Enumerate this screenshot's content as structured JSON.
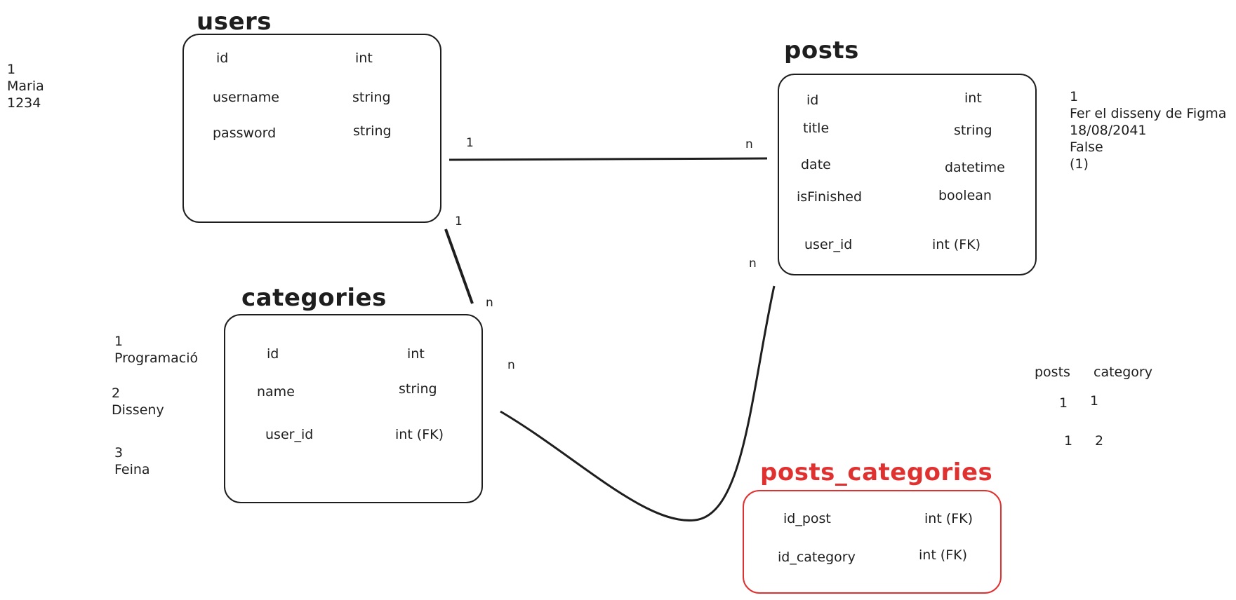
{
  "colors": {
    "ink": "#1e1e1e",
    "highlight": "#e03131"
  },
  "entities": {
    "users": {
      "title": "users",
      "fields": [
        {
          "name": "id",
          "type": "int"
        },
        {
          "name": "username",
          "type": "string"
        },
        {
          "name": "password",
          "type": "string"
        }
      ]
    },
    "posts": {
      "title": "posts",
      "fields": [
        {
          "name": "id",
          "type": "int"
        },
        {
          "name": "title",
          "type": "string"
        },
        {
          "name": "date",
          "type": "datetime"
        },
        {
          "name": "isFinished",
          "type": "boolean"
        },
        {
          "name": "user_id",
          "type": "int (FK)"
        }
      ]
    },
    "categories": {
      "title": "categories",
      "fields": [
        {
          "name": "id",
          "type": "int"
        },
        {
          "name": "name",
          "type": "string"
        },
        {
          "name": "user_id",
          "type": "int (FK)"
        }
      ]
    },
    "posts_categories": {
      "title": "posts_categories",
      "fields": [
        {
          "name": "id_post",
          "type": "int (FK)"
        },
        {
          "name": "id_category",
          "type": "int (FK)"
        }
      ]
    }
  },
  "relationships": {
    "users_posts": {
      "from": "1",
      "to": "n"
    },
    "users_categories": {
      "from": "1",
      "to": "n"
    },
    "categories_posts_categories": {
      "from": "n"
    },
    "posts_posts_categories": {
      "from": "n"
    }
  },
  "examples": {
    "user": [
      "1",
      "Maria",
      "1234"
    ],
    "post": [
      "1",
      "Fer el disseny de Figma",
      "18/08/2041",
      "False",
      "(1)"
    ],
    "categories": [
      [
        "1",
        "Programació"
      ],
      [
        "2",
        "Disseny"
      ],
      [
        "3",
        "Feina"
      ]
    ],
    "posts_categories": {
      "headers": [
        "posts",
        "category"
      ],
      "rows": [
        [
          "1",
          "1"
        ],
        [
          "1",
          "2"
        ]
      ]
    }
  }
}
